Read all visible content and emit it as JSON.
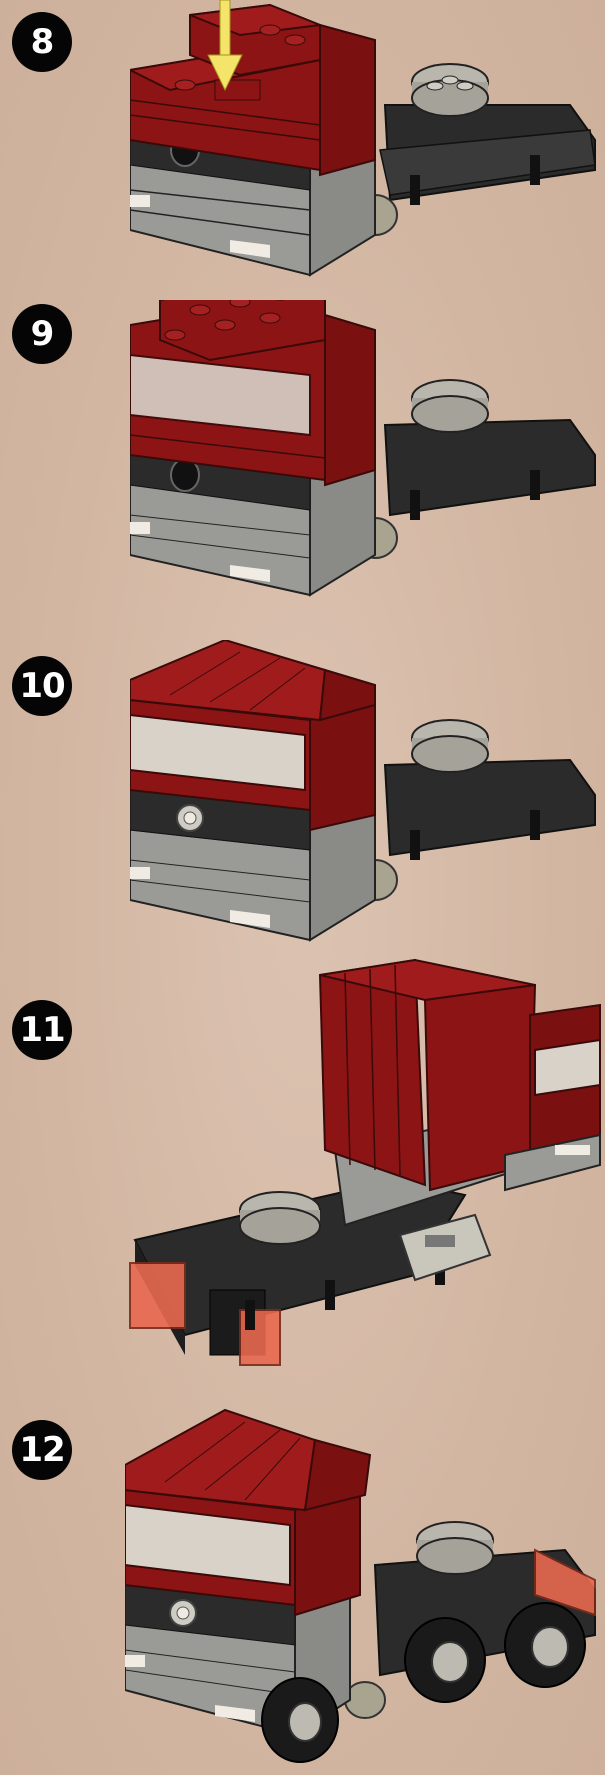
{
  "steps": [
    {
      "number": "8"
    },
    {
      "number": "9"
    },
    {
      "number": "10"
    },
    {
      "number": "11"
    },
    {
      "number": "12"
    }
  ],
  "colors": {
    "background": "#d2b6a2",
    "dark_red": "#8c1414",
    "black_brick": "#2b2b2b",
    "gray_brick": "#9a9a96",
    "light_gray": "#c9c6bc",
    "trans_clear": "#d8d2c8",
    "trans_red": "#e8694f",
    "arrow_yellow": "#f4e46a"
  },
  "icons": [
    "placement-arrow-icon"
  ]
}
